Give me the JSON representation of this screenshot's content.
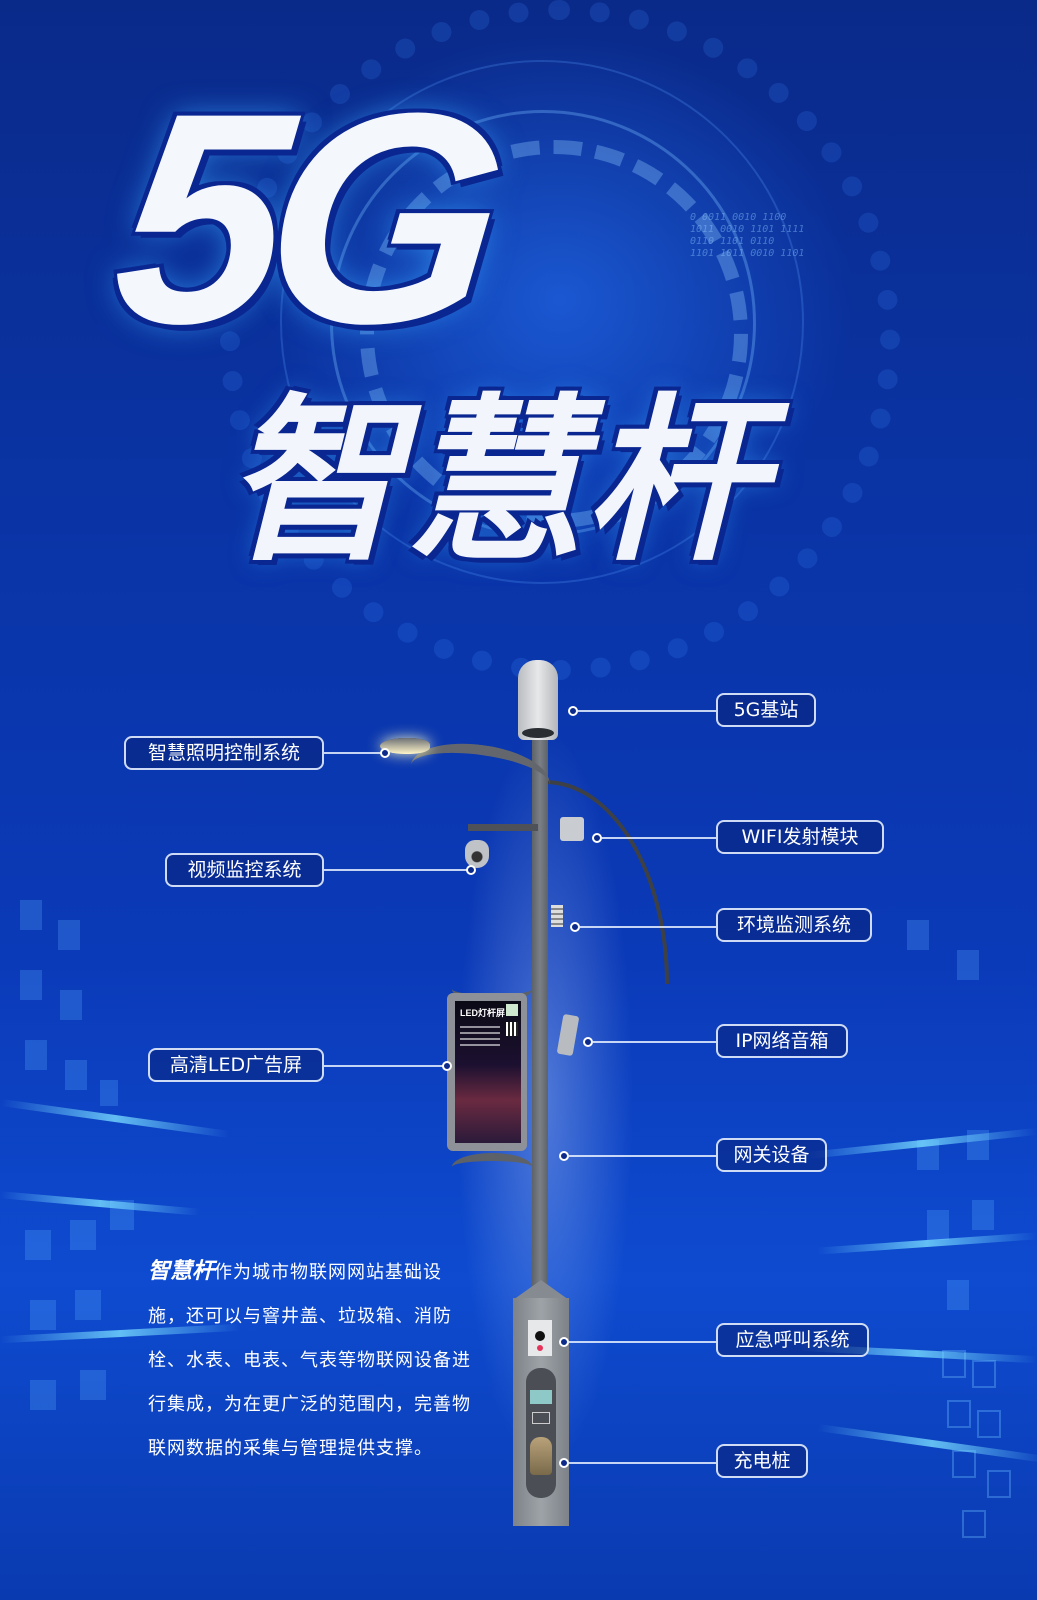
{
  "poster": {
    "headline_main": "5G",
    "headline_sub": "智慧杆",
    "background_color": "#0a35a8",
    "accent_glow": "#3aa0ff",
    "binary_text": [
      "0 0011 0010 1100",
      "1011 0010 1101 1111",
      "0110 1101 0110",
      "1101 1011 0010 1101"
    ]
  },
  "pole": {
    "screen_title": "LED灯杆屏"
  },
  "callouts": {
    "left": [
      {
        "label": "智慧照明控制系统"
      },
      {
        "label": "视频监控系统"
      },
      {
        "label": "高清LED广告屏"
      }
    ],
    "right": [
      {
        "label": "5G基站"
      },
      {
        "label": "WIFI发射模块"
      },
      {
        "label": "环境监测系统"
      },
      {
        "label": "IP网络音箱"
      },
      {
        "label": "网关设备"
      },
      {
        "label": "应急呼叫系统"
      },
      {
        "label": "充电桩"
      }
    ]
  },
  "description": {
    "brand": "智慧杆",
    "text": "作为城市物联网网站基础设施，还可以与窨井盖、垃圾箱、消防栓、水表、电表、气表等物联网设备进行集成，为在更广泛的范围内，完善物联网数据的采集与管理提供支撑。"
  }
}
